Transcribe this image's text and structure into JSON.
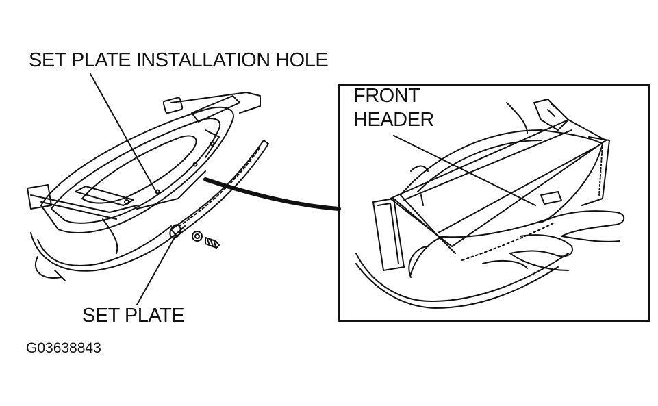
{
  "diagram": {
    "labels": {
      "set_plate_installation_hole": "SET PLATE INSTALLATION HOLE",
      "front_header_line1": "FRONT",
      "front_header_line2": "HEADER",
      "set_plate": "SET PLATE"
    },
    "figure_code": "G03638843"
  }
}
